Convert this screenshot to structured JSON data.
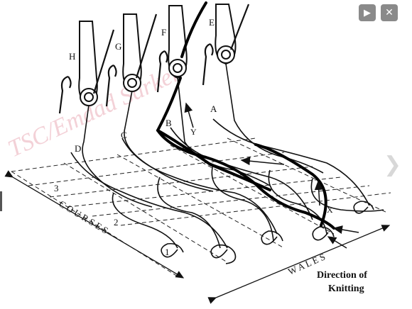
{
  "controls": {
    "play_icon": "▶",
    "close_icon": "✕",
    "next_icon": "❯"
  },
  "diagram": {
    "needle_labels": [
      "H",
      "G",
      "F",
      "E"
    ],
    "loop_labels": [
      "D",
      "C",
      "B",
      "A"
    ],
    "course_numbers": [
      "3",
      "2",
      "1"
    ],
    "courses_label": "C O U R S E S",
    "wales_label": "W A L E S",
    "point_x": "X",
    "point_y": "Y",
    "watermark": "TSC/Emdad Sarker",
    "direction_line1": "Direction of",
    "direction_line2": "Knitting"
  }
}
